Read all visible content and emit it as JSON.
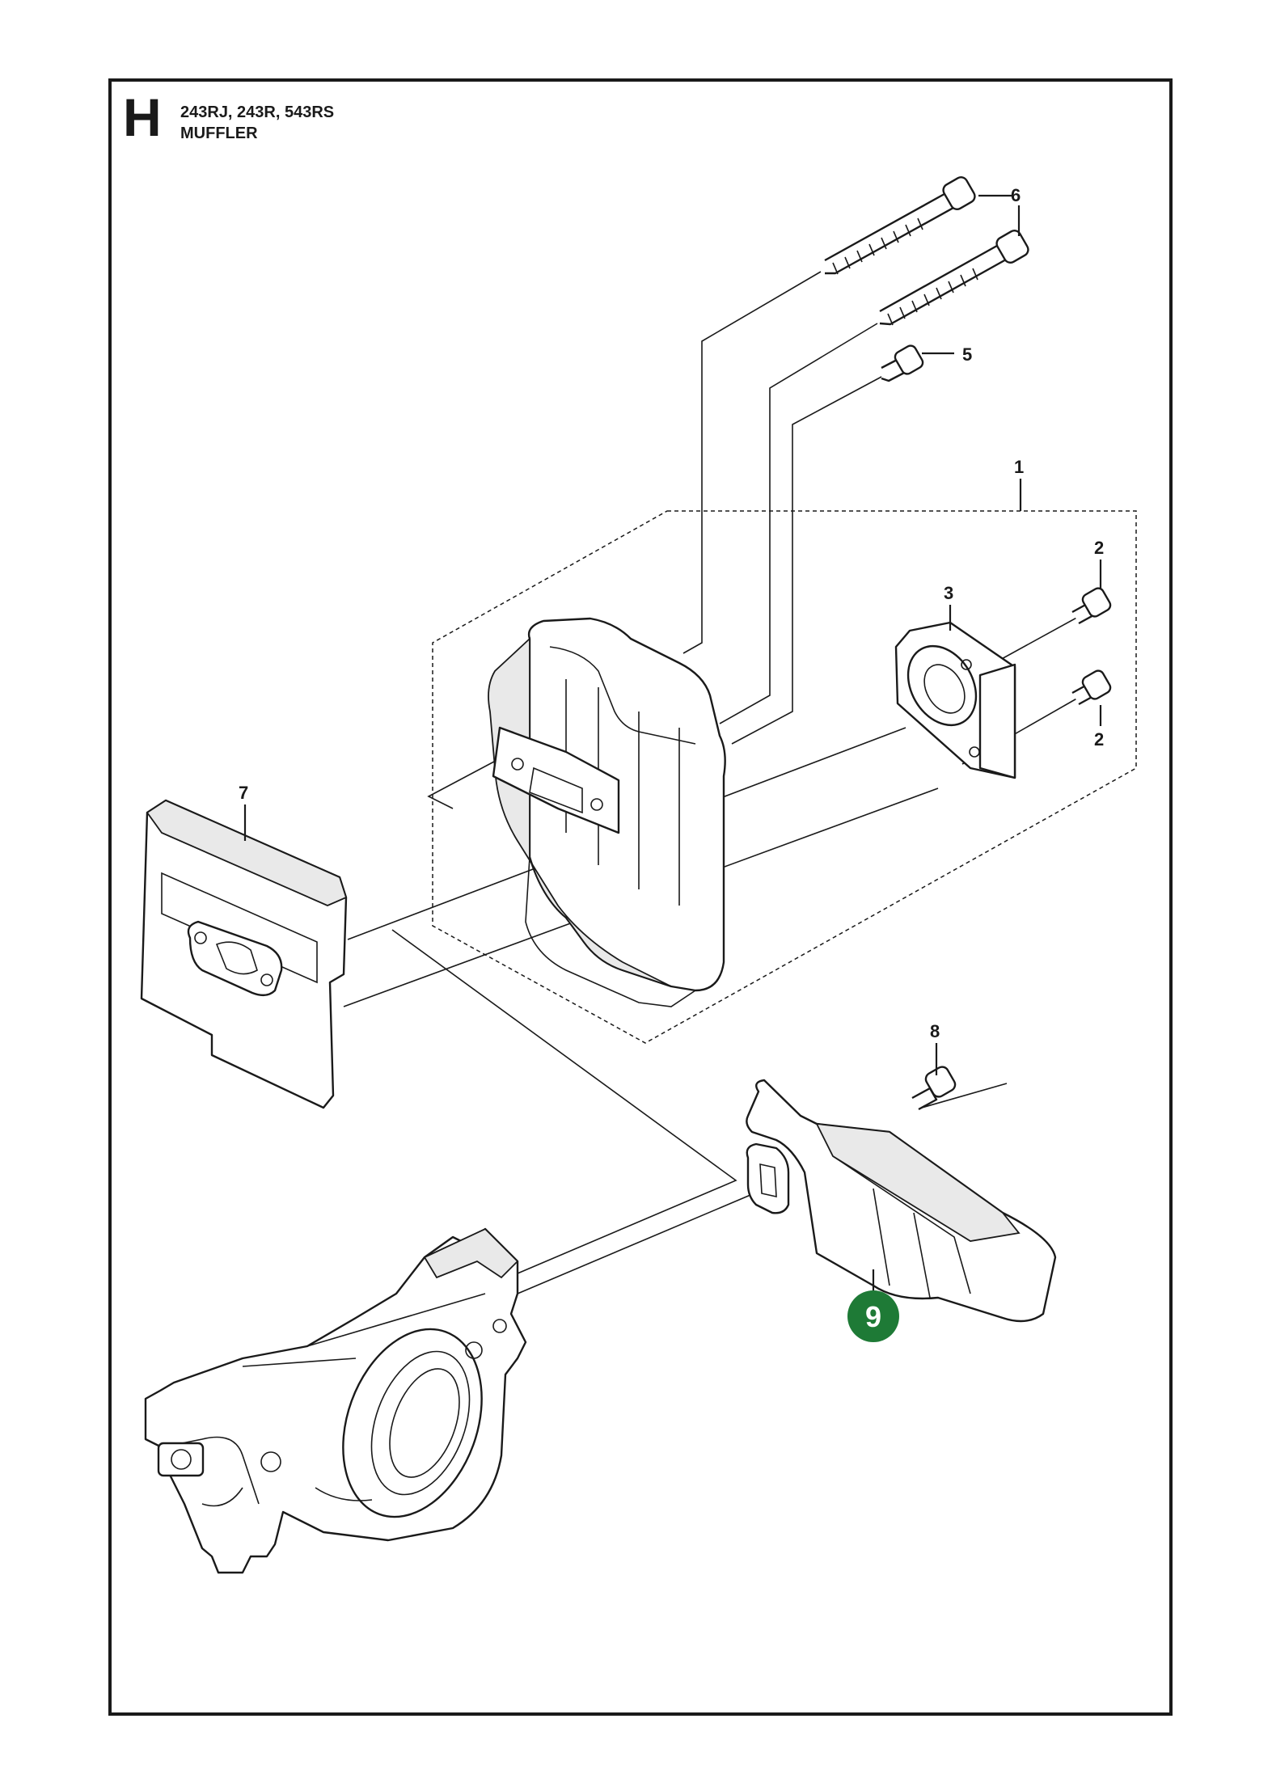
{
  "header": {
    "section_letter": "H",
    "models": "243RJ, 243R, 543RS",
    "title": "MUFFLER"
  },
  "callouts": [
    {
      "id": "c1",
      "label": "1"
    },
    {
      "id": "c2a",
      "label": "2"
    },
    {
      "id": "c2b",
      "label": "2"
    },
    {
      "id": "c3",
      "label": "3"
    },
    {
      "id": "c5",
      "label": "5"
    },
    {
      "id": "c6",
      "label": "6"
    },
    {
      "id": "c7",
      "label": "7"
    },
    {
      "id": "c8",
      "label": "8"
    }
  ],
  "highlight": {
    "label": "9",
    "color": "#1e7a36"
  },
  "colors": {
    "line": "#1a1a1a",
    "background": "#ffffff",
    "highlight": "#1e7a36"
  }
}
